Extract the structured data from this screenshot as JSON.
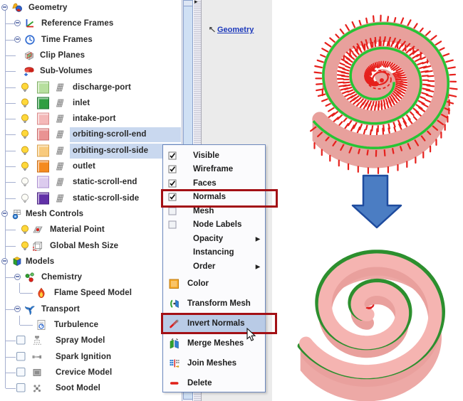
{
  "panel": {
    "link_label": "Geometry"
  },
  "tree": {
    "items": [
      {
        "label": "Geometry",
        "kind": "root",
        "icon": "geometry",
        "expanded": true
      },
      {
        "label": "Reference Frames",
        "kind": "group1",
        "icon": "axes",
        "expanded": true
      },
      {
        "label": "Time Frames",
        "kind": "group1",
        "icon": "clock",
        "expanded": true
      },
      {
        "label": "Clip Planes",
        "kind": "leaf1",
        "icon": "clip-planes"
      },
      {
        "label": "Sub-Volumes",
        "kind": "leaf1",
        "icon": "sub-volumes"
      },
      {
        "label": "discharge-port",
        "kind": "bulb-swatch",
        "bulb": "on",
        "swatch": "#b7df9e",
        "swatch_border": "#7fae63"
      },
      {
        "label": "inlet",
        "kind": "bulb-swatch",
        "bulb": "on",
        "swatch": "#2f9e41",
        "swatch_border": "#1c7030"
      },
      {
        "label": "intake-port",
        "kind": "bulb-swatch",
        "bulb": "on",
        "swatch": "#f4b8b8",
        "swatch_border": "#d98888"
      },
      {
        "label": "orbiting-scroll-end",
        "kind": "bulb-swatch",
        "bulb": "on",
        "swatch": "#e99393",
        "swatch_border": "#c96a6a",
        "selected": true
      },
      {
        "label": "orbiting-scroll-side",
        "kind": "bulb-swatch",
        "bulb": "on",
        "swatch": "#f8ca7d",
        "swatch_border": "#d9a24c",
        "selected": true
      },
      {
        "label": "outlet",
        "kind": "bulb-swatch",
        "bulb": "on",
        "swatch": "#f58a1f",
        "swatch_border": "#c96a10"
      },
      {
        "label": "static-scroll-end",
        "kind": "bulb-swatch",
        "bulb": "off",
        "swatch": "#dccbee",
        "swatch_border": "#ab8fd0"
      },
      {
        "label": "static-scroll-side",
        "kind": "bulb-swatch",
        "bulb": "off",
        "swatch": "#6231a8",
        "swatch_border": "#47207e"
      },
      {
        "label": "Mesh Controls",
        "kind": "root",
        "icon": "mesh-controls",
        "expanded": true
      },
      {
        "label": "Material Point",
        "kind": "bulb-icon",
        "bulb": "on",
        "icon": "material-point"
      },
      {
        "label": "Global Mesh Size",
        "kind": "bulb-icon",
        "bulb": "on",
        "icon": "global-mesh-size"
      },
      {
        "label": "Models",
        "kind": "root",
        "icon": "models",
        "expanded": true
      },
      {
        "label": "Chemistry",
        "kind": "group1",
        "icon": "chemistry",
        "expanded": true
      },
      {
        "label": "Flame Speed Model",
        "kind": "leaf2",
        "icon": "flame"
      },
      {
        "label": "Transport",
        "kind": "group1",
        "icon": "transport",
        "expanded": true
      },
      {
        "label": "Turbulence",
        "kind": "leaf2",
        "icon": "turbulence"
      },
      {
        "label": "Spray Model",
        "kind": "check-icon",
        "icon": "spray"
      },
      {
        "label": "Spark Ignition",
        "kind": "check-icon",
        "icon": "spark"
      },
      {
        "label": "Crevice Model",
        "kind": "check-icon",
        "icon": "crevice"
      },
      {
        "label": "Soot Model",
        "kind": "check-icon",
        "icon": "soot"
      }
    ]
  },
  "context_menu": {
    "items": [
      {
        "label": "Visible",
        "lead": "menu-check-on",
        "size": "s"
      },
      {
        "label": "Wireframe",
        "lead": "menu-check-on",
        "size": "s"
      },
      {
        "label": "Faces",
        "lead": "menu-check-on",
        "size": "s"
      },
      {
        "label": "Normals",
        "lead": "menu-check-on",
        "size": "s",
        "annotated": true
      },
      {
        "label": "Mesh",
        "lead": "menu-check-off",
        "size": "s"
      },
      {
        "label": "Node Labels",
        "lead": "menu-check-off",
        "size": "s"
      },
      {
        "label": "Opacity",
        "size": "s",
        "submenu": true
      },
      {
        "label": "Instancing",
        "size": "s"
      },
      {
        "label": "Order",
        "size": "s",
        "submenu": true
      },
      {
        "label": "Color",
        "lead": "color",
        "size": "l"
      },
      {
        "label": "Transform Mesh",
        "lead": "transform-mesh",
        "size": "l"
      },
      {
        "label": "Invert Normals",
        "lead": "invert-normals",
        "size": "l",
        "selected": true,
        "annotated": true
      },
      {
        "label": "Merge Meshes",
        "lead": "merge-meshes",
        "size": "l"
      },
      {
        "label": "Join Meshes",
        "lead": "join-meshes",
        "size": "l"
      },
      {
        "label": "Delete",
        "lead": "delete",
        "size": "l"
      }
    ]
  },
  "annotations": {
    "color": "#a31015",
    "boxes": [
      "Normals",
      "Invert Normals"
    ],
    "arrow_between_images": true
  },
  "viewport": {
    "before": {
      "band_color": "#e8a09c",
      "edge_color": "#25c534",
      "normal_color": "#e6201c",
      "skirt_color": "#e7a4a0",
      "description": "scroll geometry with surface normals displayed"
    },
    "transform_arrow": {
      "fill": "#4b7dc3",
      "border": "#1e4b9e"
    },
    "after": {
      "band_color": "#f5b4b1",
      "wall_color": "#e9a09d",
      "edge_color": "#2c8f2e",
      "normal_color": "#e02020",
      "skirt_color": "#eda9a6",
      "description": "scroll geometry after Invert Normals"
    }
  }
}
